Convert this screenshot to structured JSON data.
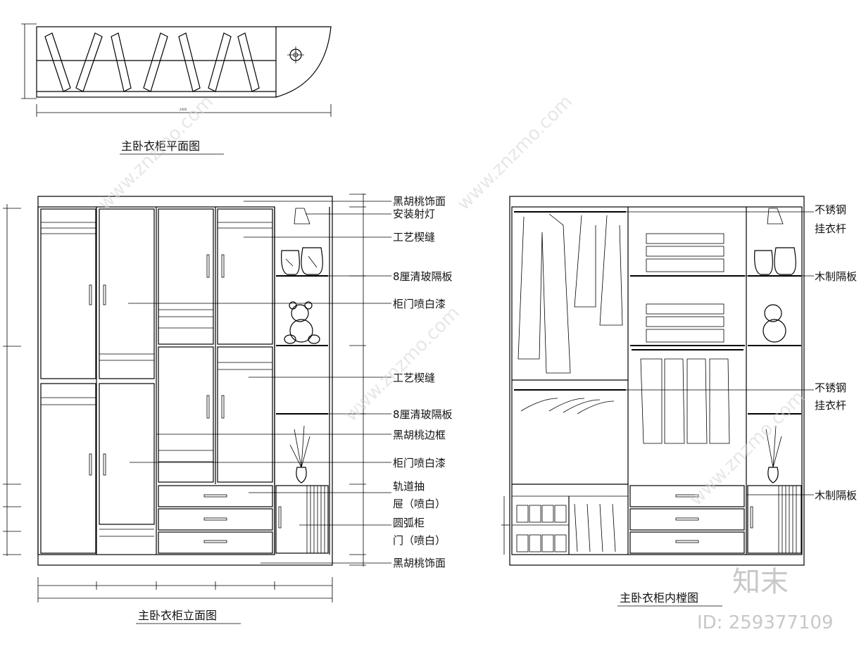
{
  "titles": {
    "plan": "主卧衣柜平面图",
    "elevation": "主卧衣柜立面图",
    "interior": "主卧衣柜内樘图"
  },
  "elevation_labels": [
    "黑胡桃饰面",
    "安装射灯",
    "工艺楔缝",
    "8厘清玻隔板",
    "柜门喷白漆",
    "工艺楔缝",
    "8厘清玻隔板",
    "黑胡桃边框",
    "柜门喷白漆",
    "轨道抽",
    "屉（喷白）",
    "圆弧柜",
    "门（喷白）",
    "黑胡桃饰面"
  ],
  "interior_labels": [
    "不锈钢",
    "挂衣杆",
    "木制隔板",
    "不锈钢",
    "挂衣杆",
    "木制隔板"
  ],
  "watermark": "www.znzmo.com",
  "brand": "知末",
  "id_text": "ID: 259377109"
}
